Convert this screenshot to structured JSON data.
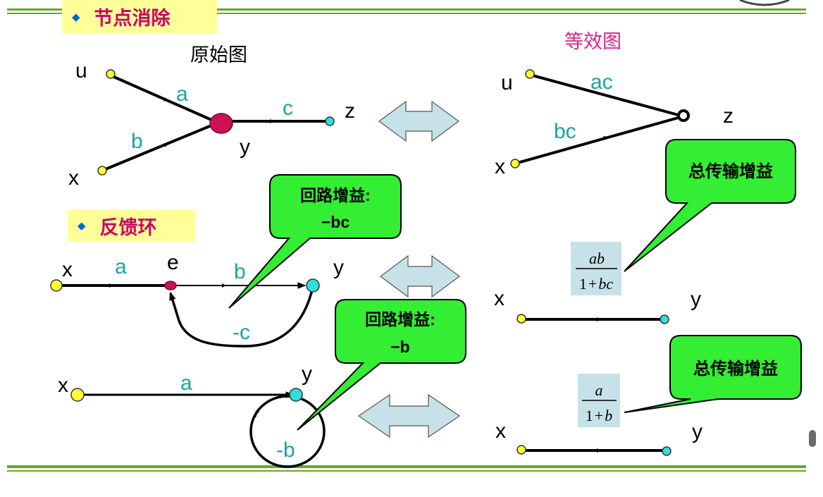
{
  "sections": {
    "node_elimination": "节点消除",
    "feedback_loop": "反馈环"
  },
  "captions": {
    "original": "原始图",
    "equivalent": "等效图"
  },
  "top_diagram": {
    "nodes": {
      "u": "u",
      "x": "x",
      "y": "y",
      "z": "z"
    },
    "branches": {
      "a": "a",
      "b": "b",
      "c": "c"
    }
  },
  "top_equivalent": {
    "nodes": {
      "u": "u",
      "x": "x",
      "z": "z"
    },
    "branches": {
      "ac": "ac",
      "bc": "bc"
    }
  },
  "feedback1": {
    "nodes": {
      "x": "x",
      "e": "e",
      "y": "y"
    },
    "branches": {
      "a": "a",
      "b": "b",
      "c": "-c"
    }
  },
  "feedback2": {
    "nodes": {
      "x": "x",
      "y": "y"
    },
    "branches": {
      "a": "a",
      "b": "-b"
    }
  },
  "callouts": {
    "loop_gain_1": {
      "title": "回路增益:",
      "value": "−bc"
    },
    "loop_gain_2": {
      "title": "回路增益:",
      "value": "−b"
    },
    "total_gain_1": "总传输增益",
    "total_gain_2": "总传输增益"
  },
  "equiv1": {
    "x": "x",
    "y": "y",
    "num": "ab",
    "den_one": "1",
    "den_plus": "+",
    "den_var": "bc"
  },
  "equiv2": {
    "x": "x",
    "y": "y",
    "num": "a",
    "den_one": "1",
    "den_plus": "+",
    "den_var": "b"
  },
  "colors": {
    "teal_label": "#1ba3a3",
    "callout_fill": "#33ee33",
    "arrow_fill": "#c6e2e8",
    "tag_bg": "#ffff99",
    "tag_text": "#cc0066",
    "rule_green": "#66aa22",
    "magenta_text": "#e0218a"
  }
}
